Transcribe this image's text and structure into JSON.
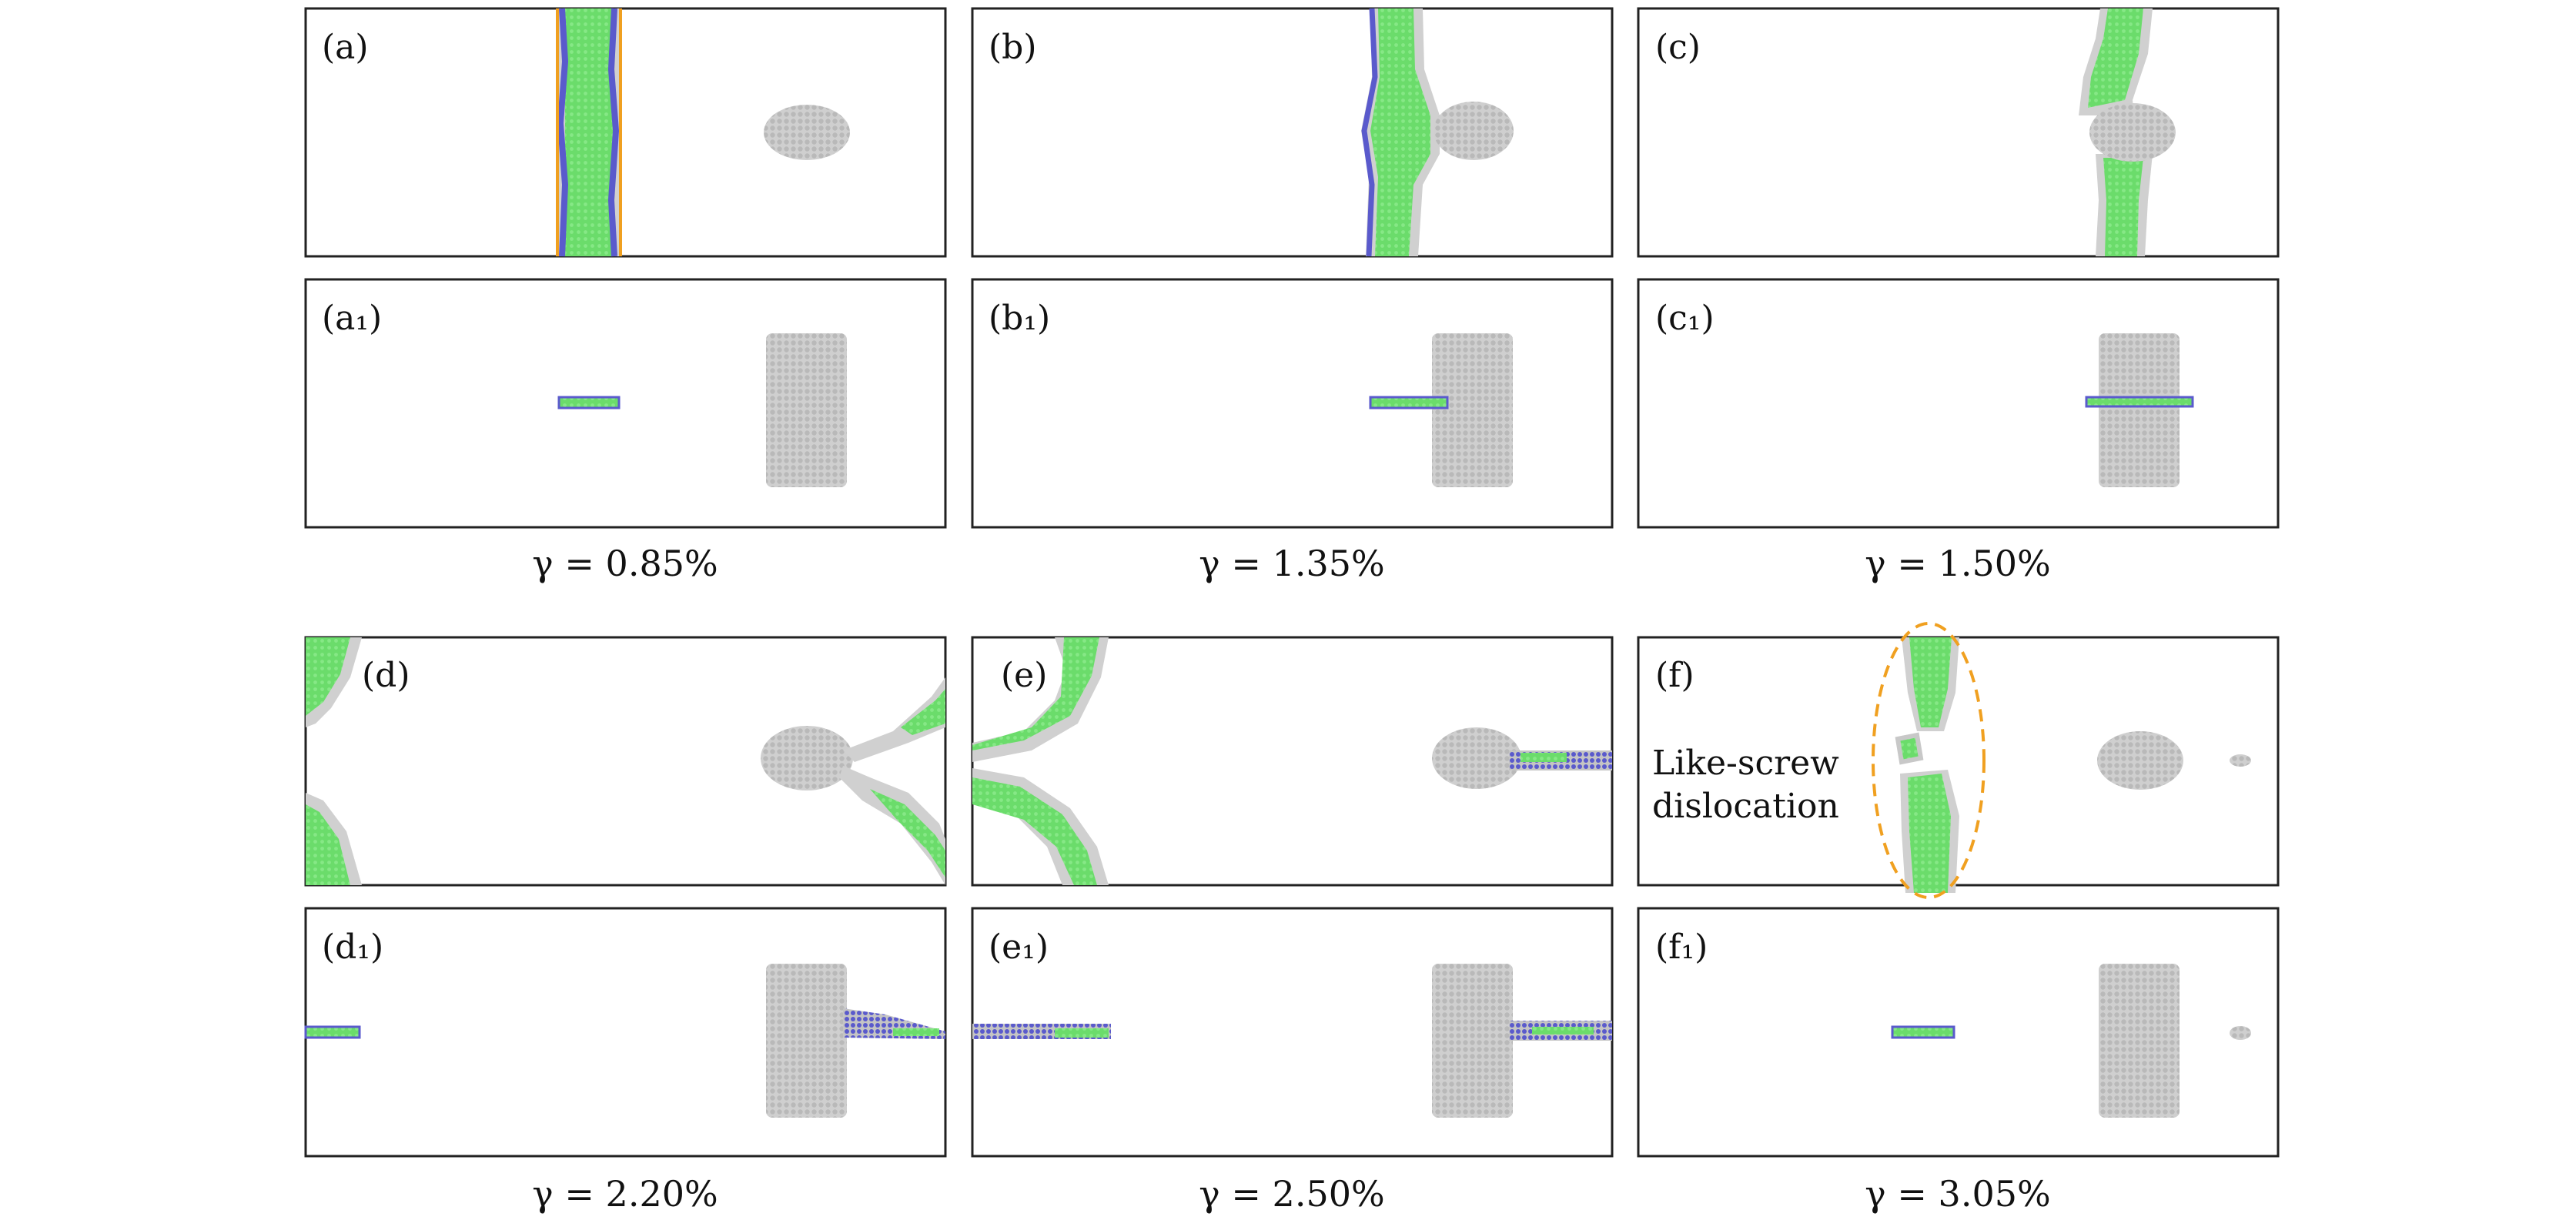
{
  "panels": {
    "a": "(a)",
    "b": "(b)",
    "c": "(c)",
    "a1": "(a₁)",
    "b1": "(b₁)",
    "c1": "(c₁)",
    "d": "(d)",
    "e": "(e)",
    "f": "(f)",
    "d1": "(d₁)",
    "e1": "(e₁)",
    "f1": "(f₁)"
  },
  "strains": {
    "s1": "γ = 0.85%",
    "s2": "γ = 1.35%",
    "s3": "γ = 1.50%",
    "s4": "γ = 2.20%",
    "s5": "γ = 2.50%",
    "s6": "γ = 3.05%"
  },
  "annotation": {
    "line1": "Like-screw",
    "line2": "dislocation"
  },
  "colors": {
    "stacking_fault": "#66dd66",
    "precipitate": "#c8c8c8",
    "partial_atoms": "#5555cc",
    "highlight": "#f0a020",
    "frame": "#222222"
  }
}
